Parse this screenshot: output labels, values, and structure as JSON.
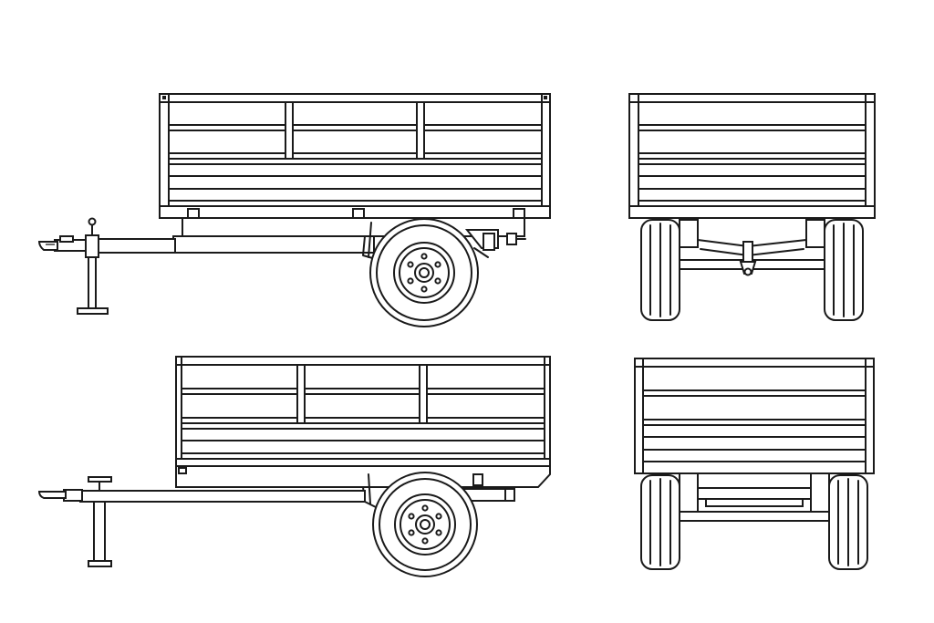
{
  "diagram": {
    "line_color": "#1a1a1a",
    "background": "#ffffff",
    "views": [
      {
        "id": "side-view-raised-sides",
        "label": ""
      },
      {
        "id": "rear-view-raised-sides",
        "label": ""
      },
      {
        "id": "side-view-lowered-sides",
        "label": ""
      },
      {
        "id": "rear-view-lowered-sides",
        "label": ""
      }
    ]
  }
}
